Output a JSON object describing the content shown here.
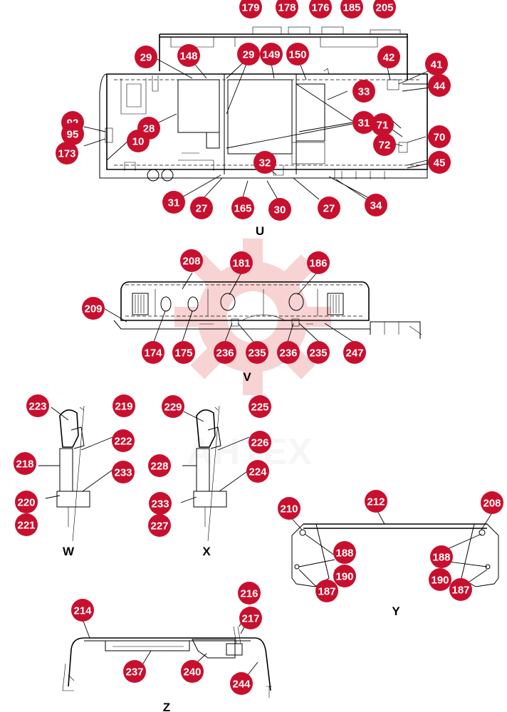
{
  "watermark": {
    "text": "AHTEX",
    "color": "#f2b3b3"
  },
  "badge_color": "#c8102e",
  "views": {
    "U": {
      "label": "U",
      "callouts": [
        "179",
        "178",
        "176",
        "185",
        "205",
        "29",
        "148",
        "29",
        "149",
        "150",
        "42",
        "41",
        "44",
        "33",
        "92",
        "95",
        "173",
        "28",
        "10",
        "31",
        "71",
        "72",
        "70",
        "45",
        "32",
        "31",
        "27",
        "165",
        "30",
        "27",
        "34"
      ]
    },
    "V": {
      "label": "V",
      "callouts": [
        "208",
        "181",
        "186",
        "209",
        "174",
        "175",
        "236",
        "235",
        "236",
        "235",
        "247"
      ]
    },
    "W": {
      "label": "W",
      "callouts": [
        "223",
        "219",
        "222",
        "218",
        "233",
        "220",
        "221"
      ]
    },
    "X": {
      "label": "X",
      "callouts": [
        "229",
        "225",
        "226",
        "228",
        "224",
        "233",
        "227"
      ]
    },
    "Y": {
      "label": "Y",
      "callouts": [
        "210",
        "212",
        "208",
        "188",
        "190",
        "187",
        "188",
        "190",
        "187"
      ]
    },
    "Z": {
      "label": "Z",
      "callouts": [
        "214",
        "216",
        "217",
        "237",
        "240",
        "244"
      ]
    }
  }
}
